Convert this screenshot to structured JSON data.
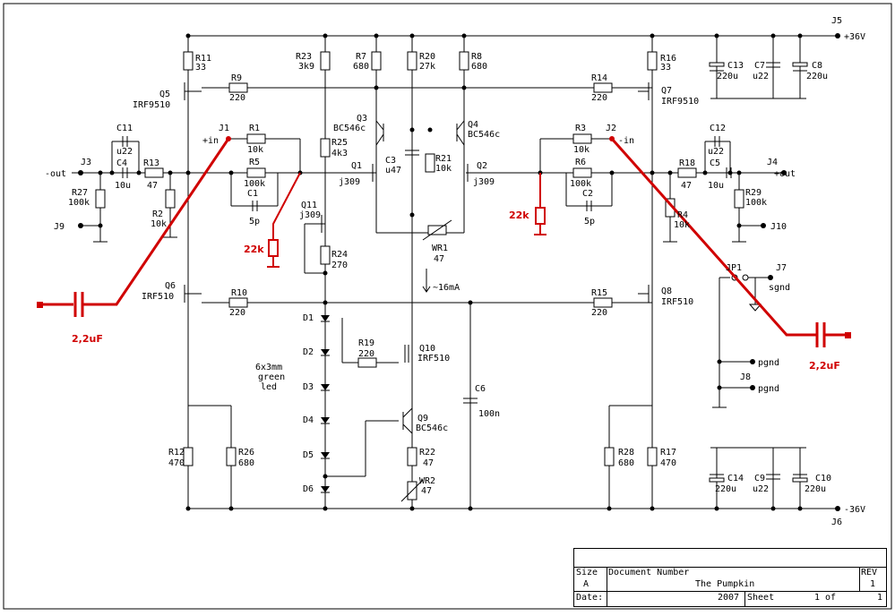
{
  "components": {
    "R11": {
      "ref": "R11",
      "val": "33"
    },
    "R23": {
      "ref": "R23",
      "val": "3k9"
    },
    "R7": {
      "ref": "R7",
      "val": "680"
    },
    "R20": {
      "ref": "R20",
      "val": "27k"
    },
    "R8": {
      "ref": "R8",
      "val": "680"
    },
    "R16": {
      "ref": "R16",
      "val": "33"
    },
    "R9": {
      "ref": "R9",
      "val": "220"
    },
    "R14": {
      "ref": "R14",
      "val": "220"
    },
    "R1": {
      "ref": "R1",
      "val": "10k"
    },
    "R5": {
      "ref": "R5",
      "val": "100k"
    },
    "R3": {
      "ref": "R3",
      "val": "10k"
    },
    "R6": {
      "ref": "R6",
      "val": "100k"
    },
    "R13": {
      "ref": "R13",
      "val": "47"
    },
    "R18": {
      "ref": "R18",
      "val": "47"
    },
    "R27": {
      "ref": "R27",
      "val": "100k"
    },
    "R29": {
      "ref": "R29",
      "val": "100k"
    },
    "R2": {
      "ref": "R2",
      "val": "10k"
    },
    "R4": {
      "ref": "R4",
      "val": "10k"
    },
    "R25": {
      "ref": "R25",
      "val": "4k3"
    },
    "R21": {
      "ref": "R21",
      "val": "10k"
    },
    "R24": {
      "ref": "R24",
      "val": "270"
    },
    "R10": {
      "ref": "R10",
      "val": "220"
    },
    "R15": {
      "ref": "R15",
      "val": "220"
    },
    "R19": {
      "ref": "R19",
      "val": "220"
    },
    "R22": {
      "ref": "R22",
      "val": "47"
    },
    "R12": {
      "ref": "R12",
      "val": "470"
    },
    "R26": {
      "ref": "R26",
      "val": "680"
    },
    "R28": {
      "ref": "R28",
      "val": "680"
    },
    "R17": {
      "ref": "R17",
      "val": "470"
    },
    "C11": {
      "ref": "C11",
      "val": "u22"
    },
    "C4": {
      "ref": "C4",
      "val": "10u"
    },
    "C1": {
      "ref": "C1",
      "val": "5p"
    },
    "C2": {
      "ref": "C2",
      "val": "5p"
    },
    "C3": {
      "ref": "C3",
      "val": "u47"
    },
    "C12": {
      "ref": "C12",
      "val": "u22"
    },
    "C5": {
      "ref": "C5",
      "val": "10u"
    },
    "C13": {
      "ref": "C13",
      "val": "220u"
    },
    "C7": {
      "ref": "C7",
      "val": "u22"
    },
    "C8": {
      "ref": "C8",
      "val": "220u"
    },
    "C6": {
      "ref": "C6",
      "val": "100n"
    },
    "C14": {
      "ref": "C14",
      "val": "220u"
    },
    "C9": {
      "ref": "C9",
      "val": "u22"
    },
    "C10": {
      "ref": "C10",
      "val": "220u"
    },
    "Q5": {
      "ref": "Q5",
      "val": "IRF9510"
    },
    "Q7": {
      "ref": "Q7",
      "val": "IRF9510"
    },
    "Q3": {
      "ref": "Q3",
      "val": "BC546c"
    },
    "Q4": {
      "ref": "Q4",
      "val": "BC546c"
    },
    "Q1": {
      "ref": "Q1",
      "val": "j309"
    },
    "Q2": {
      "ref": "Q2",
      "val": "j309"
    },
    "Q11": {
      "ref": "Q11",
      "val": "j309"
    },
    "Q6": {
      "ref": "Q6",
      "val": "IRF510"
    },
    "Q8": {
      "ref": "Q8",
      "val": "IRF510"
    },
    "Q10": {
      "ref": "Q10",
      "val": "IRF510"
    },
    "Q9": {
      "ref": "Q9",
      "val": "BC546c"
    },
    "WR1": {
      "ref": "WR1",
      "val": "47"
    },
    "WR2": {
      "ref": "WR2",
      "val": "47"
    },
    "D1": "D1",
    "D2": "D2",
    "D3": "D3",
    "D4": "D4",
    "D5": "D5",
    "D6": "D6",
    "JP1": "JP1"
  },
  "connectors": {
    "J1": {
      "ref": "J1",
      "label": "+in"
    },
    "J2": {
      "ref": "J2",
      "label": "-in"
    },
    "J3": {
      "ref": "J3",
      "label": "-out"
    },
    "J4": {
      "ref": "J4",
      "label": "+out"
    },
    "J5": {
      "ref": "J5",
      "label": "+36V"
    },
    "J6": {
      "ref": "J6",
      "label": "-36V"
    },
    "J7": {
      "ref": "J7",
      "label": "sgnd"
    },
    "J8": {
      "ref": "J8",
      "label": "pgnd"
    },
    "J9": {
      "ref": "J9"
    },
    "J10": {
      "ref": "J10"
    },
    "pgnd_upper": "pgnd"
  },
  "notes": {
    "bias_current": "~16mA",
    "led_note": [
      "6x3mm",
      "green",
      "led"
    ]
  },
  "modifications": {
    "cap_left": "2,2uF",
    "cap_right": "2,2uF",
    "res_left": "22k",
    "res_right": "22k"
  },
  "title_block": {
    "size_label": "Size",
    "size_value": "A",
    "docnum_label": "Document Number",
    "rev_label": "REV",
    "rev_value": "1",
    "title": "The Pumpkin",
    "date_label": "Date:",
    "year": "2007",
    "sheet_label": "Sheet",
    "sheet_value": "1 of",
    "sheet_total": "1"
  }
}
